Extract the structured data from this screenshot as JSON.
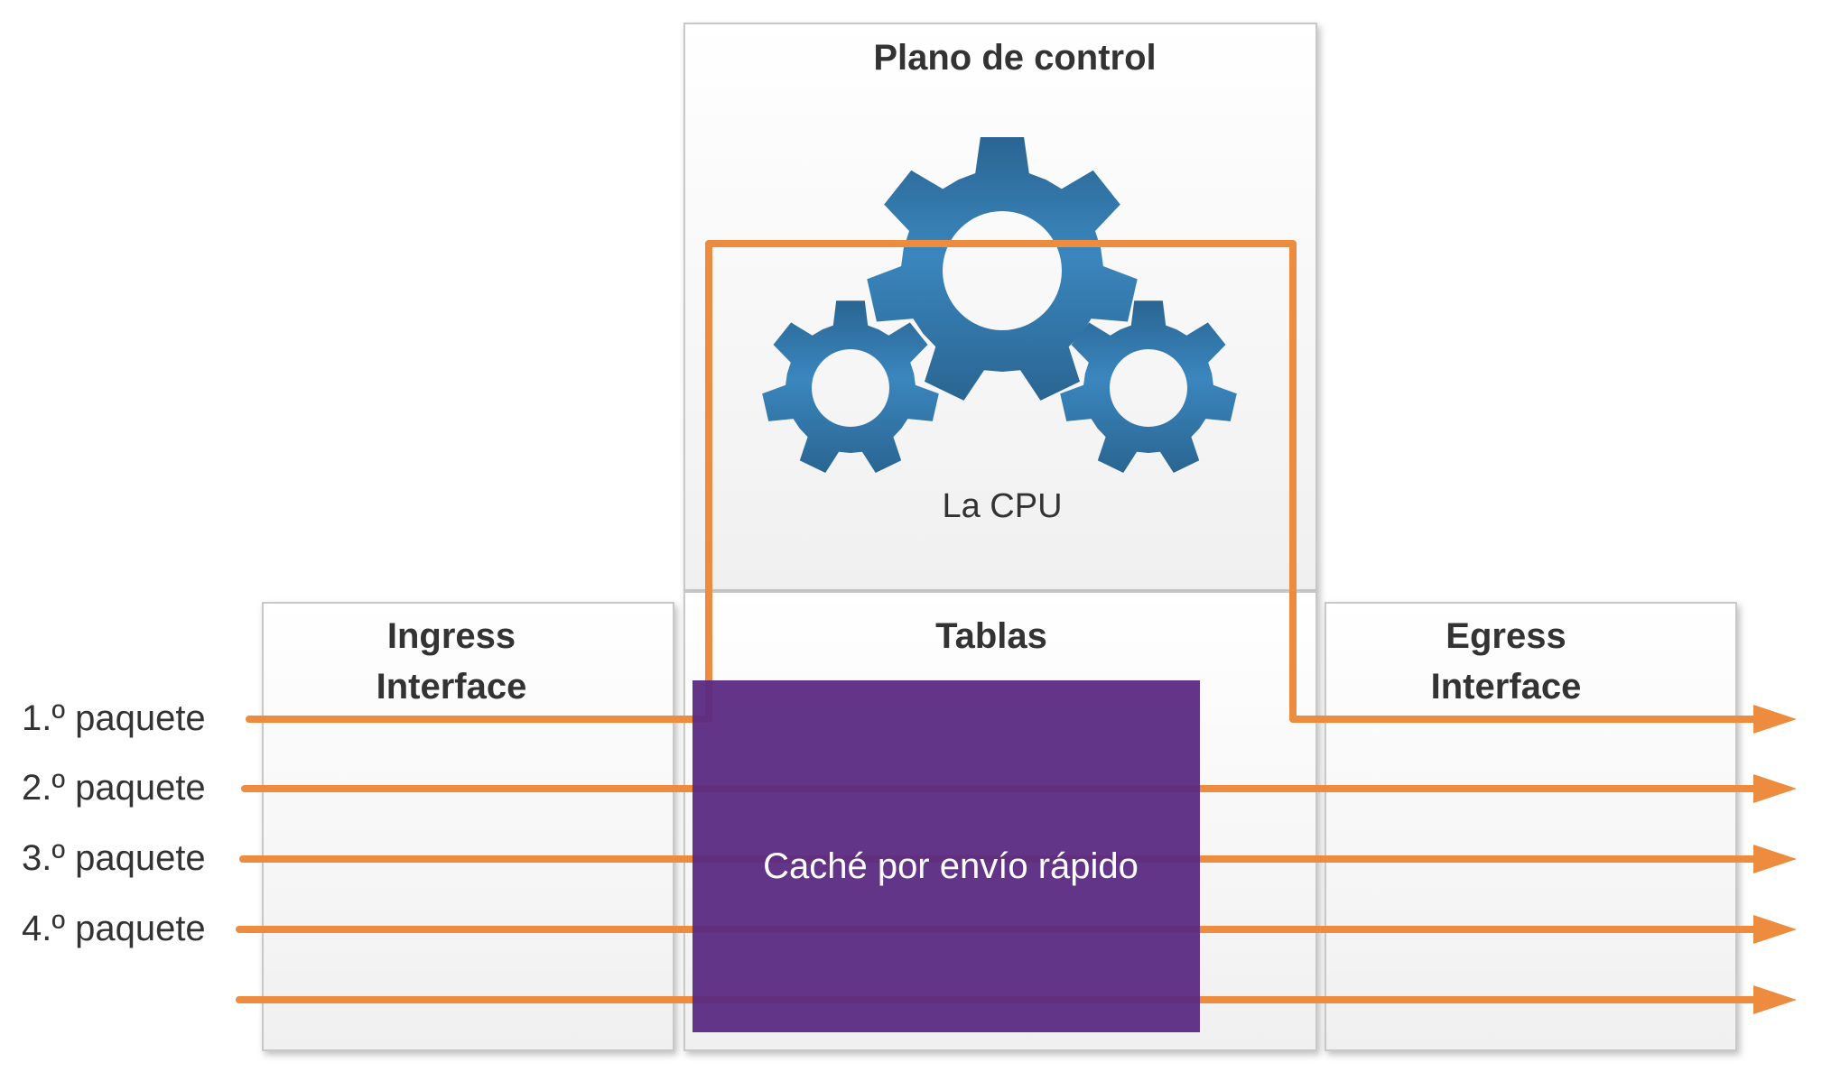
{
  "panels": {
    "control_plane": {
      "title": "Plano de control",
      "cpu_label": "La CPU"
    },
    "ingress": {
      "title_line1": "Ingress",
      "title_line2": "Interface"
    },
    "tables": {
      "title": "Tablas"
    },
    "egress": {
      "title_line1": "Egress",
      "title_line2": "Interface"
    }
  },
  "cache": {
    "label": "Caché por envío rápido"
  },
  "packets": [
    {
      "label": "1.º  paquete"
    },
    {
      "label": "2.º  paquete"
    },
    {
      "label": "3.º  paquete"
    },
    {
      "label": "4.º  paquete"
    },
    {
      "label": ""
    }
  ],
  "icons": {
    "cpu": "gears-icon"
  },
  "colors": {
    "arrow": "#ED8B3F",
    "cache": "#5B2A82",
    "gear": "#2E6E9E",
    "panel_border": "#c8c8c8",
    "text": "#333333"
  }
}
